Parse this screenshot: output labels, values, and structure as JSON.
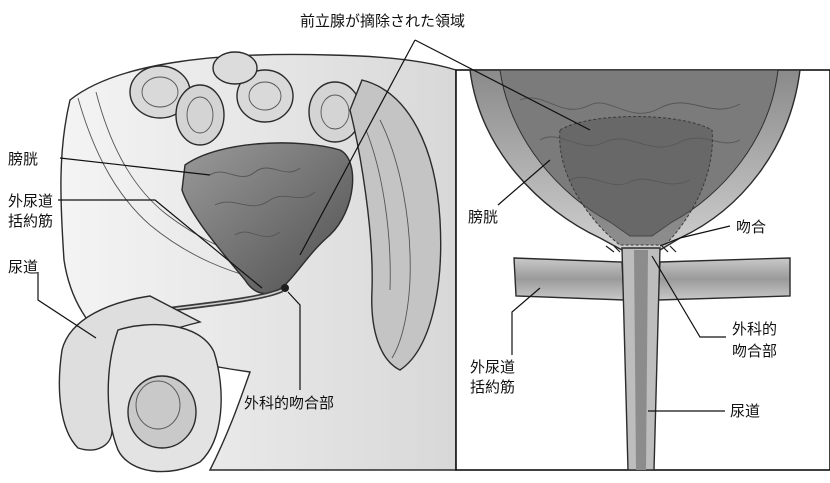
{
  "labels": {
    "title": "前立腺が摘除された領域",
    "bladder_left": "膀胱",
    "sphincter_left_line1": "外尿道",
    "sphincter_left_line2": "括約筋",
    "urethra_left": "尿道",
    "anastomosis_left": "外科的吻合部",
    "bladder_right": "膀胱",
    "anastomosis_right": "吻合",
    "sphincter_right_line1": "外尿道",
    "sphincter_right_line2": "括約筋",
    "surgical_right_line1": "外科的",
    "surgical_right_line2": "吻合部",
    "urethra_right": "尿道"
  },
  "colors": {
    "ink": "#111111",
    "tissue_light": "#e6e6e6",
    "tissue_mid": "#b5b5b5",
    "tissue_dark": "#6e6e6e",
    "lumen": "#4a4a4a"
  }
}
